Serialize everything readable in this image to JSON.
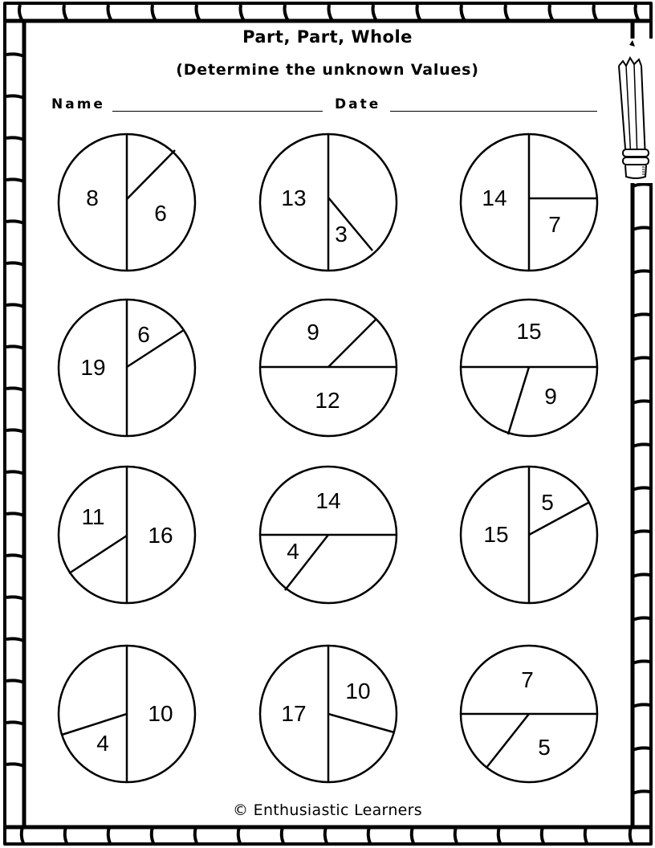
{
  "worksheet": {
    "title": "Part, Part, Whole",
    "subtitle": "(Determine the unknown Values)",
    "name_label": "Name",
    "date_label": "Date",
    "footer": "© Enthusiastic Learners",
    "decoration": [
      "scalloped-frame-border",
      "pencil-icon"
    ]
  },
  "circles": [
    {
      "row": 1,
      "col": 1,
      "labels": [
        "8",
        "6"
      ]
    },
    {
      "row": 1,
      "col": 2,
      "labels": [
        "13",
        "3"
      ]
    },
    {
      "row": 1,
      "col": 3,
      "labels": [
        "14",
        "7"
      ]
    },
    {
      "row": 2,
      "col": 1,
      "labels": [
        "19",
        "6"
      ]
    },
    {
      "row": 2,
      "col": 2,
      "labels": [
        "9",
        "12"
      ]
    },
    {
      "row": 2,
      "col": 3,
      "labels": [
        "15",
        "9"
      ]
    },
    {
      "row": 3,
      "col": 1,
      "labels": [
        "11",
        "16"
      ]
    },
    {
      "row": 3,
      "col": 2,
      "labels": [
        "14",
        "4"
      ]
    },
    {
      "row": 3,
      "col": 3,
      "labels": [
        "5",
        "15"
      ]
    },
    {
      "row": 4,
      "col": 1,
      "labels": [
        "10",
        "4"
      ]
    },
    {
      "row": 4,
      "col": 2,
      "labels": [
        "17",
        "10"
      ]
    },
    {
      "row": 4,
      "col": 3,
      "labels": [
        "7",
        "5"
      ]
    }
  ]
}
